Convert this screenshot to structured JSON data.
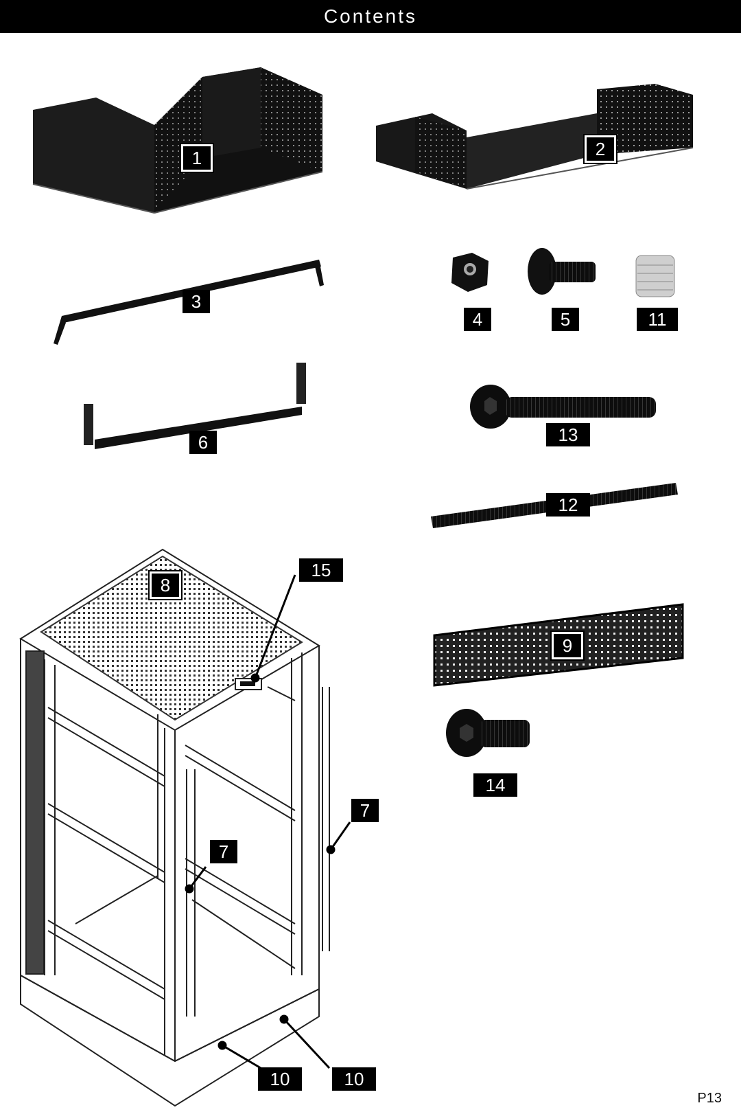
{
  "header": {
    "title": "Contents"
  },
  "labels": {
    "p1": "1",
    "p2": "2",
    "p3": "3",
    "p4": "4",
    "p5": "5",
    "p6": "6",
    "p7a": "7",
    "p7b": "7",
    "p8": "8",
    "p9": "9",
    "p10a": "10",
    "p10b": "10",
    "p11": "11",
    "p12": "12",
    "p13": "13",
    "p14": "14",
    "p15": "15"
  },
  "footer": {
    "page": "P13"
  },
  "colors": {
    "ink": "#000000",
    "paper": "#ffffff",
    "metal": "#1a1a1a"
  }
}
